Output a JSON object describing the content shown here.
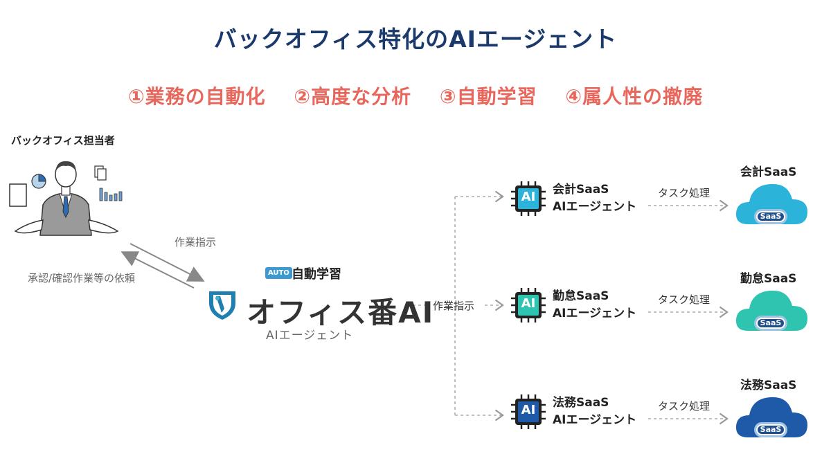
{
  "title": "バックオフィス特化のAIエージェント",
  "features": [
    "①業務の自動化",
    "②高度な分析",
    "③自動学習",
    "④属人性の撤廃"
  ],
  "staff": {
    "label": "バックオフィス担当者"
  },
  "arrows": {
    "instruction": "作業指示",
    "request": "承認/確認作業等の依頼"
  },
  "product": {
    "badge": "AUTO",
    "learning": "自動学習",
    "name": "オフィス番AI",
    "subtitle": "AIエージェント"
  },
  "dispatch_label": "作業指示",
  "agents": [
    {
      "chip": "AI",
      "name": "会計SaaS",
      "role": "AIエージェント",
      "task": "タスク処理",
      "saas_title": "会計SaaS",
      "saas_badge": "SaaS",
      "color": "#2bb3d9"
    },
    {
      "chip": "AI",
      "name": "勤怠SaaS",
      "role": "AIエージェント",
      "task": "タスク処理",
      "saas_title": "勤怠SaaS",
      "saas_badge": "SaaS",
      "color": "#2ec4b0"
    },
    {
      "chip": "AI",
      "name": "法務SaaS",
      "role": "AIエージェント",
      "task": "タスク処理",
      "saas_title": "法務SaaS",
      "saas_badge": "SaaS",
      "color": "#1f5aa8"
    }
  ]
}
